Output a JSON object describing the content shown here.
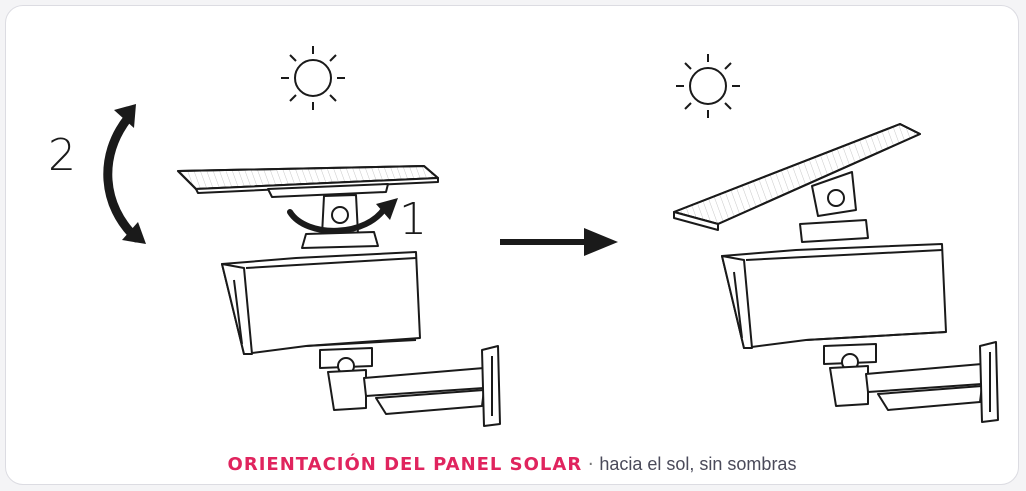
{
  "steps": {
    "first": "1",
    "second": "2"
  },
  "caption": {
    "title": "ORIENTACIÓN DEL PANEL SOLAR",
    "separator": " · ",
    "subtitle": "hacia el sol, sin sombras"
  },
  "colors": {
    "accent": "#e0245e",
    "line": "#1a1a1a"
  }
}
